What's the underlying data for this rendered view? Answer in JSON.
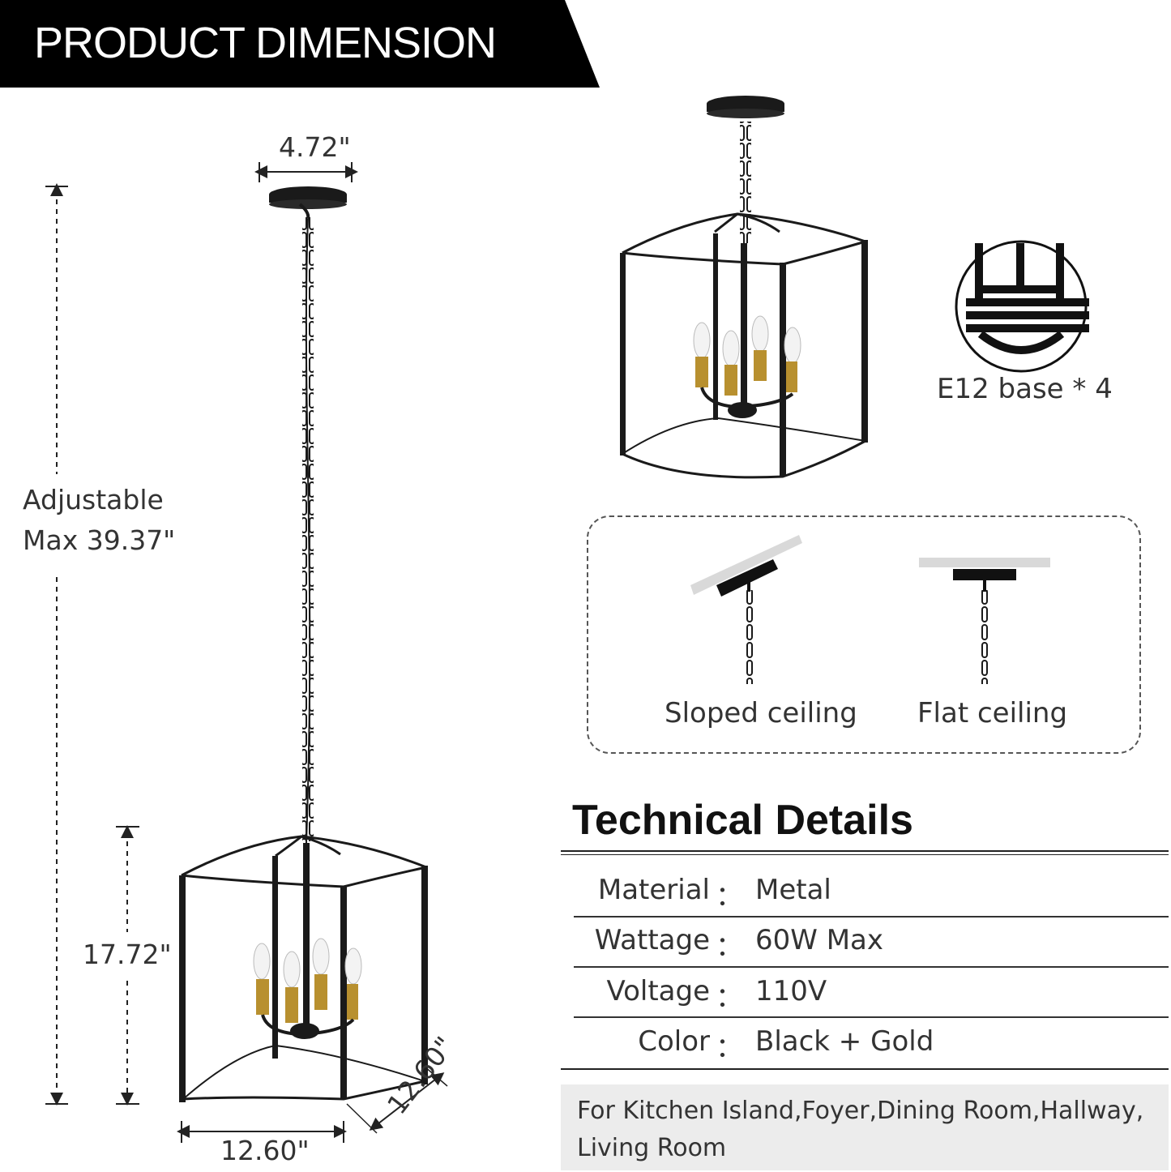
{
  "header": {
    "title": "PRODUCT DIMENSION"
  },
  "dimensions": {
    "canopy_width": "4.72\"",
    "height_label_line1": "Adjustable",
    "height_label_line2": "Max 39.37\"",
    "body_height": "17.72\"",
    "body_width": "12.60\"",
    "body_depth": "12.60\""
  },
  "bulb": {
    "label": "E12 base * 4",
    "icon": "e12-base-icon"
  },
  "mounting": {
    "sloped_label": "Sloped ceiling",
    "flat_label": "Flat ceiling"
  },
  "technical_details": {
    "title": "Technical Details",
    "rows": [
      {
        "key": "Material",
        "colon": "：",
        "value": "Metal"
      },
      {
        "key": "Wattage",
        "colon": "：",
        "value": "60W Max"
      },
      {
        "key": "Voltage",
        "colon": "：",
        "value": "110V"
      },
      {
        "key": "Color",
        "colon": "：",
        "value": "Black + Gold"
      }
    ]
  },
  "uses": {
    "line1": "For Kitchen Island,Foyer,Dining Room,Hallway,",
    "line2": "Living Room"
  },
  "colors": {
    "banner": "#000000",
    "metal": "#1a1a1a",
    "gold": "#b8902f",
    "panel": "#ececec"
  }
}
